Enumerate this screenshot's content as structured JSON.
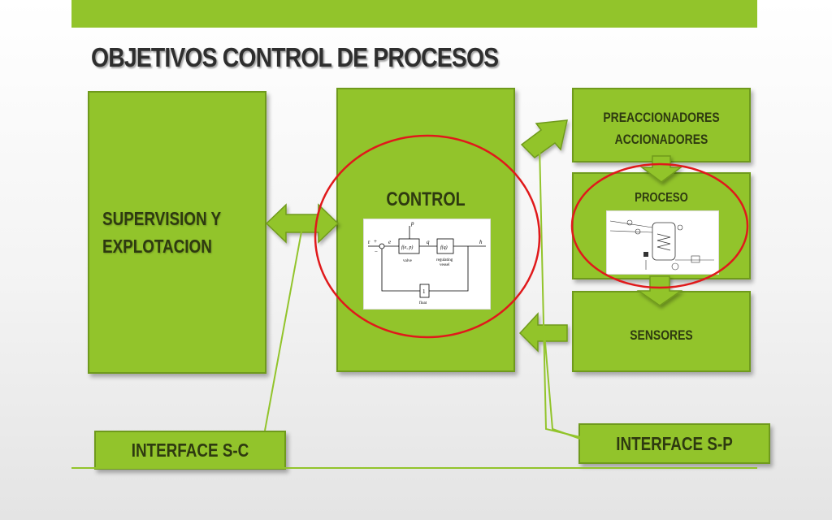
{
  "slide": {
    "title": "OBJETIVOS CONTROL DE PROCESOS"
  },
  "blocks": {
    "supervision_line1": "SUPERVISION Y",
    "supervision_line2": "EXPLOTACION",
    "control": "CONTROL",
    "preaccionadores_line1": "PREACCIONADORES",
    "preaccionadores_line2": "ACCIONADORES",
    "proceso": "PROCESO",
    "sensores": "SENSORES",
    "interface_sc": "INTERFACE S-C",
    "interface_sp": "INTERFACE S-P"
  },
  "control_diagram": {
    "r": "r",
    "plus": "+",
    "e": "e",
    "p": "p",
    "valve_fn": "f(e, p)",
    "q": "q",
    "vessel_fn": "f(q)",
    "h": "h",
    "valve": "valve",
    "regulating_line1": "regulating",
    "regulating_line2": "vessel",
    "one": "1",
    "float": "float",
    "minus": "−"
  },
  "colors": {
    "green": "#92c42b",
    "green_border": "#6f9a1c",
    "ellipse": "#e0191b"
  }
}
